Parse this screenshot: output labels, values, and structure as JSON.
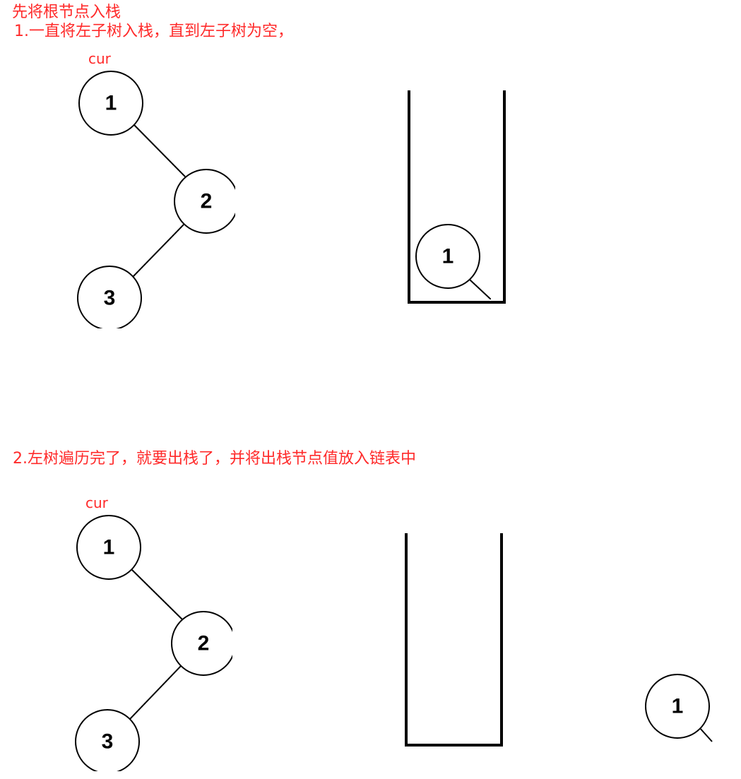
{
  "captions": {
    "title": "先将根节点入栈",
    "step1": "1.一直将左子树入栈，直到左子树为空，",
    "step2": "2.左树遍历完了，就要出栈了，并将出栈节点值放入链表中"
  },
  "pointer_label": "cur",
  "panel1": {
    "tree_nodes": [
      "1",
      "2",
      "3"
    ],
    "stack_items": [
      "1"
    ]
  },
  "panel2": {
    "tree_nodes": [
      "1",
      "2",
      "3"
    ],
    "stack_items": [],
    "output_items": [
      "1"
    ]
  },
  "colors": {
    "caption": "#ff2a2a",
    "stroke": "#000000",
    "node_fill": "#ffffff"
  }
}
